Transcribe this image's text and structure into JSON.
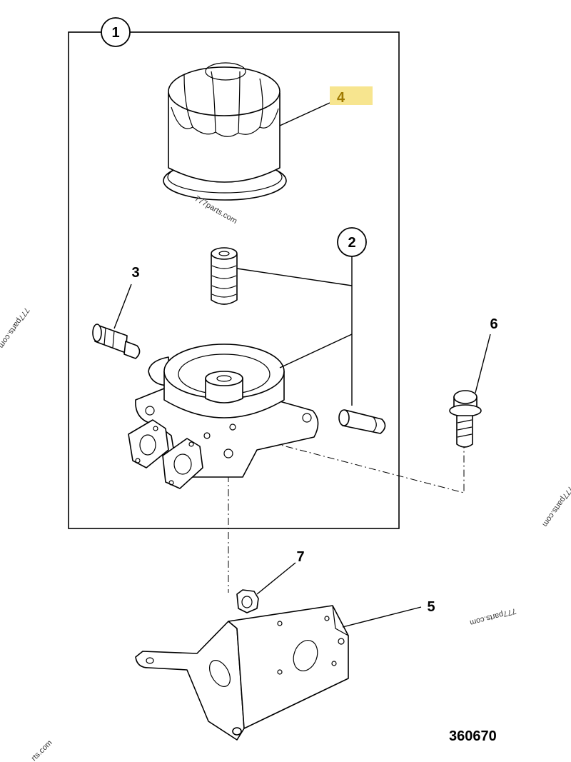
{
  "callouts": {
    "c1": "1",
    "c2": "2",
    "c3": "3",
    "c4": "4",
    "c5": "5",
    "c6": "6",
    "c7": "7"
  },
  "figure_id": "360670",
  "watermark": "777parts.com",
  "watermark_partial": "rts.com",
  "colors": {
    "highlight": "#f7e58f",
    "highlight_text": "#a07a00",
    "line": "#000000"
  }
}
